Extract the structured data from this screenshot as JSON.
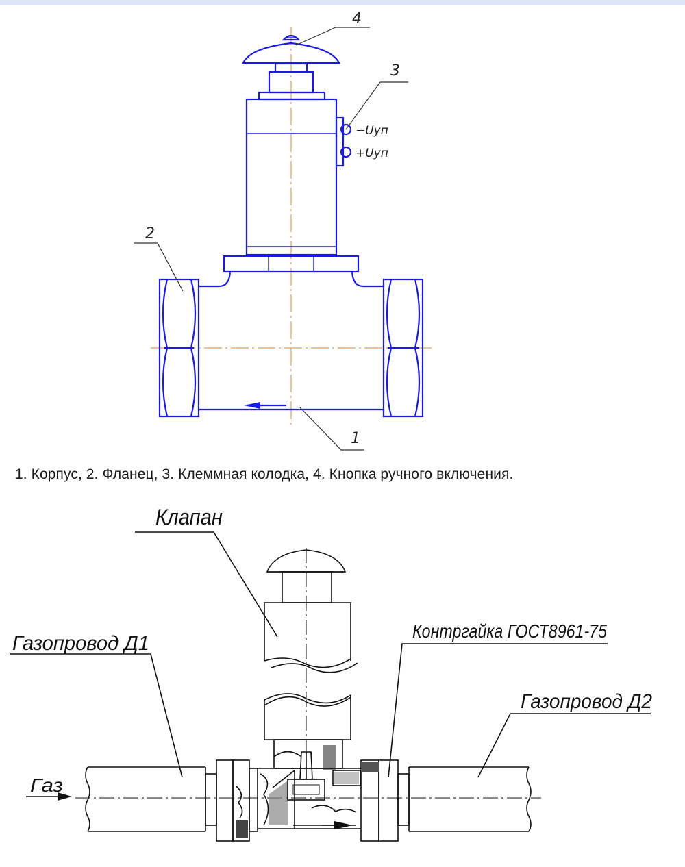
{
  "figure1": {
    "callouts": [
      "4",
      "3",
      "2",
      "1"
    ],
    "terminal_minus": "−Uуп",
    "terminal_plus": "+Uуп",
    "colors": {
      "lines": "#1a1ae0",
      "axis": "#e0a060"
    }
  },
  "caption": "1. Корпус, 2. Фланец, 3. Клеммная колодка, 4. Кнопка ручного включения.",
  "figure2": {
    "label_valve": "Клапан",
    "label_pipe1": "Газопровод Д1",
    "label_locknut": "Контргайка ГОСТ8961-75",
    "label_pipe2": "Газопровод Д2",
    "label_gas": "Газ"
  }
}
